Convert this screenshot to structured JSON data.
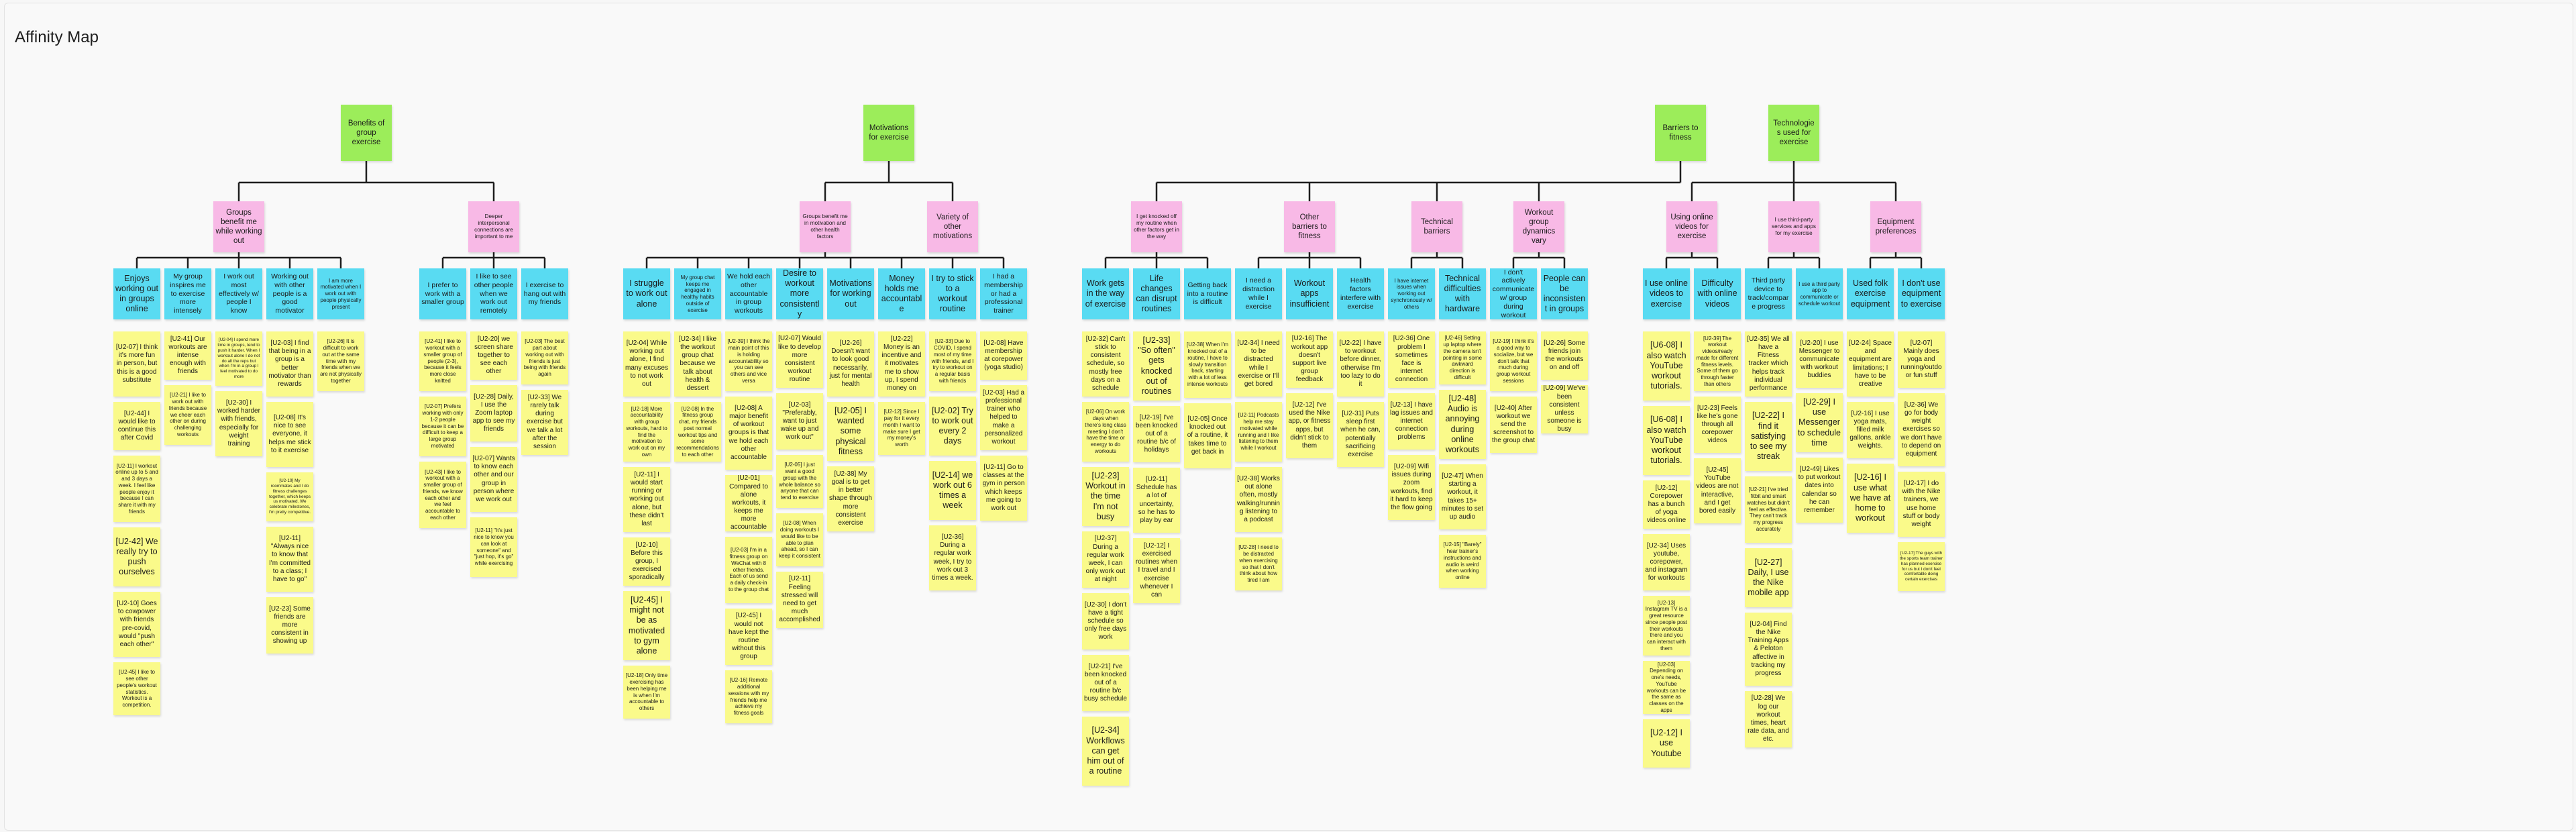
{
  "board": {
    "title": "Affinity Map",
    "colors": {
      "theme": "#9ced5a",
      "group": "#f8b9e6",
      "topic": "#59dbf2",
      "quote": "#fafa8a",
      "line": "#1e1e1e"
    }
  },
  "themes": [
    {
      "label": "Benefits of group exercise",
      "groups": [
        {
          "label": "Groups benefit me while working out",
          "topics": [
            {
              "label": "Enjoys working out in groups online",
              "quotes": [
                "[U2-07] I think it's more fun in person, but this is a good substitute",
                "[U2-44] I would like to continue this after Covid",
                "[U2-11] I workout online up to 5 and and 3 days a week. I feel like people enjoy it because I can share it with my friends",
                "[U2-42] We really try to push ourselves",
                "[U2-10] Goes to cowpower with friends pre-covid, would \"push each other\"",
                "[U2-45] I like to see other people's workout statistics. Workout is a competition."
              ]
            },
            {
              "label": "My group inspires me to exercise more intensely",
              "quotes": [
                "[U2-41] Our workouts are intense enough with friends",
                "[U2-21] I like to work out with friends because we cheer each other on during challenging workouts"
              ]
            },
            {
              "label": "I work out most effectively w/ people I know",
              "quotes": [
                "[U2-04] I spend more time in groups, tend to push it harder. When I workout alone I do not do all the reps but when I'm in a group I feel motivated to do more",
                "[U2-30] I worked harder with friends, especially for weight training"
              ]
            },
            {
              "label": "Working out with other people is a good motivator",
              "quotes": [
                "[U2-03] I find that being in a group is a better motivator than rewards",
                "[U2-08] It's nice to see everyone, it helps me stick to it exercise",
                "[U2-19] My roommates and I do fitness challenges together, which keeps us motivated. We celebrate milestones, I'm pretty competitive.",
                "[U2-11] \"Always nice to know that I'm committed to a class; I have to go\"",
                "[U2-23] Some friends are more consistent in showing up"
              ]
            },
            {
              "label": "I am more motivated when I work out with people physically present",
              "quotes": [
                "[U2-26] It is difficult to work out at the same time with my friends when we are not physically together"
              ]
            }
          ]
        },
        {
          "label": "Deeper interpersonal connections are important to me",
          "topics": [
            {
              "label": "I prefer to work with a smaller group",
              "quotes": [
                "[U2-41] I like to workout with a smaller group of people (2-3), because it feels more close knitted",
                "[U2-07] Prefers working with only 1-2 people because it can be difficult to keep a large group motivated",
                "[U2-43] I like to workout with a smaller group of friends, we know each other and we feel accountable to each other"
              ]
            },
            {
              "label": "I like to see other people when we work out remotely",
              "quotes": [
                "[U2-20] we screen share together to see each other",
                "[U2-28] Daily, I use the Zoom laptop app to see my friends",
                "[U2-07] Wants to know each other and our group in person where we work out",
                "[U2-11] \"It's just nice to know you can look at someone\" and \"just hop, it's go\" while exercising"
              ]
            },
            {
              "label": "I exercise to hang out with my friends",
              "quotes": [
                "[U2-03] The best part about working out with friends is just being with friends again",
                "[U2-33] We rarely talk during exercise but we talk a lot after the session"
              ]
            }
          ]
        }
      ]
    },
    {
      "label": "Motivations for exercise",
      "groups": [
        {
          "label": "Groups benefit me in motivation and other health factors",
          "topics": [
            {
              "label": "I struggle to work out alone",
              "quotes": [
                "[U2-04] While working out alone, I find many excuses to not work out",
                "[U2-18] More accountability with group workouts, hard to find the motivation to work out on my own",
                "[U2-11] I would start running or working out alone, but these didn't last",
                "[U2-10] Before this group, I exercised sporadically",
                "[U2-45] I might not be as motivated to gym alone",
                "[U2-18] Only time exercising has been helping me is when I'm accountable to others"
              ]
            },
            {
              "label": "My group chat keeps me engaged in healthy habits outside of exercise",
              "quotes": [
                "[U2-34] I like the workout group chat because we talk about health & dessert",
                "[U2-08] In the fitness group chat, my friends post normal workout tips and some recommendations to each other"
              ]
            },
            {
              "label": "We hold each other accountable in group workouts",
              "quotes": [
                "[U2-39] I think the main point of this is holding accountability so you can see others and vice versa",
                "[U2-08] A major benefit of workout groups is that we hold each other accountable",
                "[U2-01] Compared to alone workouts, it keeps me more accountable",
                "[U2-03] I'm in a fitness group on WeChat with 8 other friends. Each of us send a daily check-in to the group chat",
                "[U2-45] I would not have kept the routine without this group",
                "[U2-16] Remote additional sessions with my friends help me achieve my fitness goals"
              ]
            },
            {
              "label": "Desire to workout more consistently",
              "quotes": [
                "[U2-07] Would like to develop more consistent workout routine",
                "[U2-03] \"Preferably, want to just wake up and work out\"",
                "[U2-05] I just want a good group with the whole balance so anyone that can tend to exercise",
                "[U2-08] When doing workouts I would like to be able to plan ahead, so I can keep it consistent",
                "[U2-11] Feeling stressed will need to get much accomplished"
              ]
            },
            {
              "label": "Motivations for working out",
              "quotes": [
                "[U2-26] Doesn't want to look good necessarily, just for mental health",
                "[U2-05] I wanted some physical fitness",
                "[U2-38] My goal is to get in better shape through more consistent exercise"
              ]
            },
            {
              "label": "Money holds me accountable",
              "quotes": [
                "[U2-22] Money is an incentive and it motivates me to show up, I spend money on",
                "[U2-12] Since I pay for it every month I want to make sure I get my money's worth"
              ]
            },
            {
              "label": "I try to stick to a workout routine",
              "quotes": [
                "[U2-33] Due to COVID, I spend most of my time with friends, and I try to workout on a regular basis with friends",
                "[U2-02] Try to work out every 2 days",
                "[U2-14] we work out 6 times a week",
                "[U2-36] During a regular work week, I try to work out 3 times a week."
              ]
            },
            {
              "label": "I had a membership or had a professional trainer",
              "quotes": [
                "[U2-08] Have membership at corepower (yoga studio)",
                "[U2-03] Had a professional trainer who helped to make a personalized workout",
                "[U2-11] Go to classes at the gym in person which keeps me going to work out"
              ]
            }
          ]
        },
        {
          "label": "Variety of other motivations",
          "topics": []
        }
      ]
    },
    {
      "label": "Barriers to fitness",
      "groups": [
        {
          "label": "I get knocked off my routine when other factors get in the way",
          "topics": [
            {
              "label": "Work gets in the way of exercise",
              "quotes": [
                "[U2-32] Can't stick to consistent schedule, so mostly free days on a schedule",
                "[U2-06] On work days when there's long class meeting I don't have the time or energy to do workouts",
                "[U2-23] Workout in the time I'm not busy",
                "[U2-37] During a regular work week, I can only work out at night",
                "[U2-30] I don't have a tight schedule so only free days work",
                "[U2-21] I've been knocked out of a routine b/c busy schedule",
                "[U2-34] Workflows can get him out of a routine"
              ]
            },
            {
              "label": "Life changes can disrupt routines",
              "quotes": [
                "[U2-33] \"So often\" gets knocked out of routines",
                "[U2-19] I've been knocked out of a routine b/c of holidays",
                "[U2-11] Schedule has a lot of uncertainty, so he has to play by ear",
                "[U2-12] I exercised routines when I travel and I exercise whenever I can"
              ]
            },
            {
              "label": "Getting back into a routine is difficult",
              "quotes": [
                "[U2-38] When I'm knocked out of a routine, I have to slowly transition back, starting with a lot of less intense workouts",
                "[U2-05] Once knocked out of a routine, it takes time to get back in"
              ]
            }
          ]
        },
        {
          "label": "Other barriers to fitness",
          "topics": [
            {
              "label": "I need a distraction while I exercise",
              "quotes": [
                "[U2-34] I need to be distracted while I exercise or I'll get bored",
                "[U2-11] Podcasts help me stay motivated while running and I like listening to them while I workout",
                "[U2-38] Works out alone often, mostly walking/running listening to a podcast",
                "[U2-28] I need to be distracted when exercising so that I don't think about how tired I am"
              ]
            },
            {
              "label": "Workout apps insufficient",
              "quotes": [
                "[U2-16] The workout app doesn't support live group feedback",
                "[U2-12] I've used the Nike app, or fitness apps, but didn't stick to them"
              ]
            },
            {
              "label": "Health factors interfere with exercise",
              "quotes": [
                "[U2-22] I have to workout before dinner, otherwise I'm too lazy to do it",
                "[U2-31] Puts sleep first when he can, potentially sacrificing exercise"
              ]
            }
          ]
        },
        {
          "label": "Technical barriers",
          "topics": [
            {
              "label": "I have internet issues when working out synchronously w/ others",
              "quotes": [
                "[U2-36] One problem I sometimes face is internet connection",
                "[U2-13] I have lag issues and internet connection problems",
                "[U2-09] Wifi issues during zoom workouts, find it hard to keep the flow going"
              ]
            },
            {
              "label": "Technical difficulties with hardware",
              "quotes": [
                "[U2-46] Setting up laptop where the camera isn't pointing in some awkward direction is difficult",
                "[U2-48] Audio is annoying during online workouts",
                "[U2-47] When starting a workout, it takes 15+ minutes to set up audio",
                "[U2-15] \"Barely\" hear trainer's instructions and audio is weird when working online"
              ]
            }
          ]
        },
        {
          "label": "Workout group dynamics vary",
          "topics": [
            {
              "label": "I don't actively communicate w/ group during workout",
              "quotes": [
                "[U2-19] I think it's a good way to socialize, but we don't talk that much during group workout sessions",
                "[U2-40] After workout we send the screenshot to the group chat"
              ]
            },
            {
              "label": "People can be inconsistent in groups",
              "quotes": [
                "[U2-26] Some friends join the workouts on and off",
                "[U2-09] We've been consistent unless someone is busy"
              ]
            }
          ]
        }
      ]
    },
    {
      "label": "Technologies used for exercise",
      "groups": [
        {
          "label": "Using online videos for exercise",
          "topics": [
            {
              "label": "I use online videos to exercise",
              "quotes": [
                "[U6-08] I also watch YouTube workout tutorials.",
                "[U6-08] I also watch YouTube workout tutorials.",
                "[U2-12] Corepower has a bunch of yoga videos online",
                "[U2-34] Uses youtube, corepower, and instagram for workouts",
                "[U2-13] Instagram TV is a great resource since people post their workouts there and you can interact with them",
                "[U2-03] Depending on one's needs, YouTube workouts can be the same as classes on the apps",
                "[U2-12] I use Youtube"
              ]
            },
            {
              "label": "Difficulty with online videos",
              "quotes": [
                "[U2-39] The workout videos/ready made for different fitness levels. Some of them go through faster than others",
                "[U2-23] Feels like he's gone through all corepower videos",
                "[U2-45] YouTube videos are not interactive, and I get bored easily"
              ]
            }
          ]
        },
        {
          "label": "I use third-party services and apps for my exercise",
          "topics": [
            {
              "label": "Third party device to track/compare progress",
              "quotes": [
                "[U2-35] We all have a Fitness tracker which helps track individual performance",
                "[U2-22] I find it satisfying to see my streak",
                "[U2-21] I've tried fitbit and smart watches but didn't feel as effective. They can't track my progress accurately",
                "[U2-27] Daily, I use the Nike mobile app",
                "[U2-04] Find the Nike Training Apps & Peloton affective in tracking my progress",
                "[U2-28] We log our workout times, heart rate data, and etc."
              ]
            },
            {
              "label": "I use a third party app to communicate or schedule workout",
              "quotes": [
                "[U2-20] I use Messenger to communicate with workout buddies",
                "[U2-29] I use Messenger to schedule time",
                "[U2-49] Likes to put workout dates into calendar so he can remember"
              ]
            }
          ]
        },
        {
          "label": "Equipment preferences",
          "topics": [
            {
              "label": "Used folk exercise equipment",
              "quotes": [
                "[U2-24] Space and equipment are limitations; I have to be creative",
                "[U2-16] I use yoga mats, filled milk gallons, ankle weights.",
                "[U2-16] I use what we have at home to workout"
              ]
            },
            {
              "label": "I don't use equipment to exercise",
              "quotes": [
                "[U2-07] Mainly does yoga and running/outdoor fun stuff",
                "[U2-36] We go for body weight exercises so we don't have to depend on equipment",
                "[U2-17] I do with the Nike trainers, we use home stuff or body weight",
                "[U2-17] The guys with the sports team trainer has planned exercise for us but I don't feel comfortable doing certain exercises"
              ]
            }
          ]
        }
      ]
    }
  ]
}
